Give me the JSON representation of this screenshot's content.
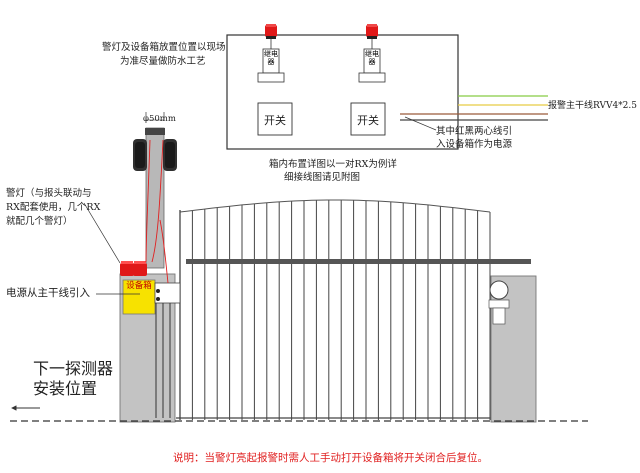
{
  "labels": {
    "warning_light_position_note_line1": "警灯及设备箱放置位置以现场",
    "warning_light_position_note_line2": "为准尽量做防水工艺",
    "diameter": "φ50mm",
    "relay_text": "继电器",
    "switch_text": "开关",
    "alarm_trunk_line": "报警主干线RVV4*2.5",
    "red_black_core_line1": "其中红黑两心线引",
    "red_black_core_line2": "入设备箱作为电源",
    "box_layout_line1": "箱内布置详图以一对RX为例详",
    "box_layout_line2": "细接线图请见附图",
    "warning_light_note_line1": "警灯（与报头联动与",
    "warning_light_note_line2": "RX配套使用，几个RX",
    "warning_light_note_line3": "就配几个警灯）",
    "equipment_box_text": "设备箱",
    "power_source_note": "电源从主干线引入",
    "next_detector_line1": "下一探测器",
    "next_detector_line2": "安装位置",
    "bottom_note": "说明：当警灯亮起报警时需人工手动打开设备箱将开关闭合后复位。"
  },
  "colors": {
    "line_red": "#e02020",
    "wire_green": "#88cc44",
    "wire_yellow": "#e8cc44",
    "wire_brown": "#9a5a3a",
    "box_yellow": "#f7e200",
    "pillar_gray": "#c3c3c3"
  }
}
